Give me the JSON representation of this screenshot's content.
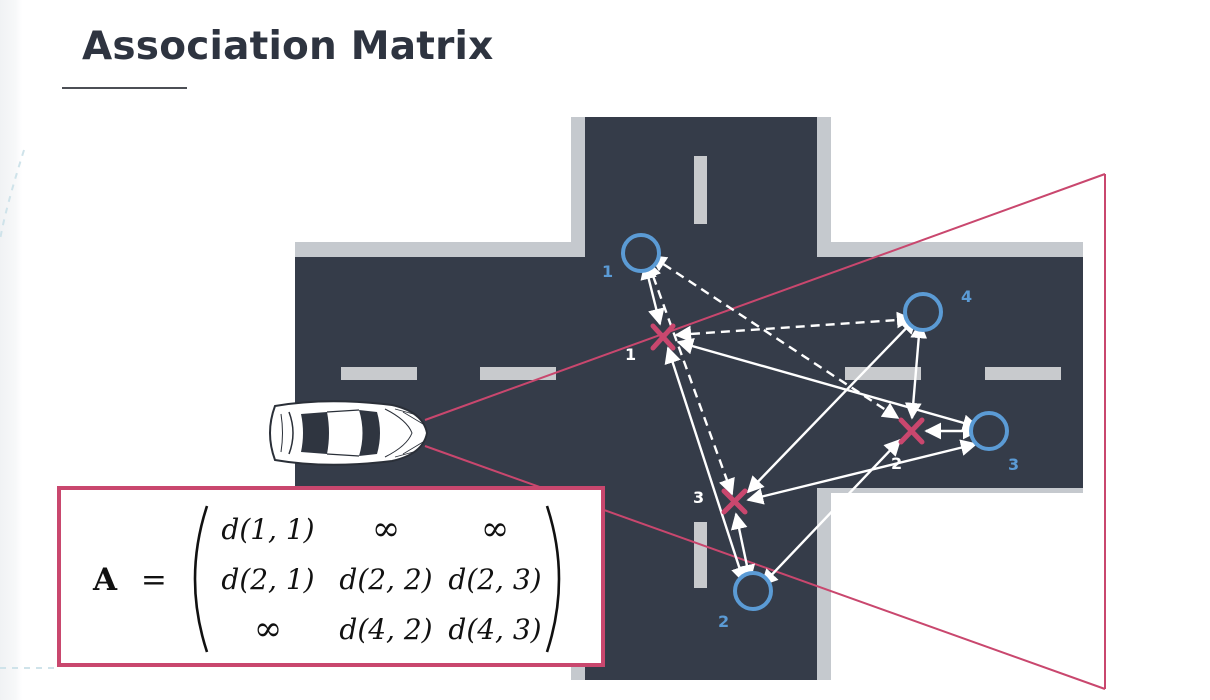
{
  "slide": {
    "title": "Association Matrix"
  },
  "colors": {
    "road": "#353c49",
    "curb": "#c5c9ce",
    "lane_marking": "#c8cacd",
    "detection_blue": "#5b9bd5",
    "track_pink": "#c9476e",
    "arrow": "#ffffff"
  },
  "objects": {
    "ego_vehicle": {
      "icon": "car-icon"
    },
    "detections": [
      {
        "label": "1",
        "icon": "circle-icon"
      },
      {
        "label": "2",
        "icon": "circle-icon"
      },
      {
        "label": "3",
        "icon": "circle-icon"
      },
      {
        "label": "4",
        "icon": "circle-icon"
      }
    ],
    "tracks": [
      {
        "label": "1",
        "icon": "cross-icon"
      },
      {
        "label": "2",
        "icon": "cross-icon"
      },
      {
        "label": "3",
        "icon": "cross-icon"
      }
    ]
  },
  "matrix": {
    "symbol": "A",
    "equals": "=",
    "rows": [
      [
        "d(1, 1)",
        "∞",
        "∞"
      ],
      [
        "d(2, 1)",
        "d(2, 2)",
        "d(2, 3)"
      ],
      [
        "∞",
        "d(4, 2)",
        "d(4, 3)"
      ]
    ]
  }
}
